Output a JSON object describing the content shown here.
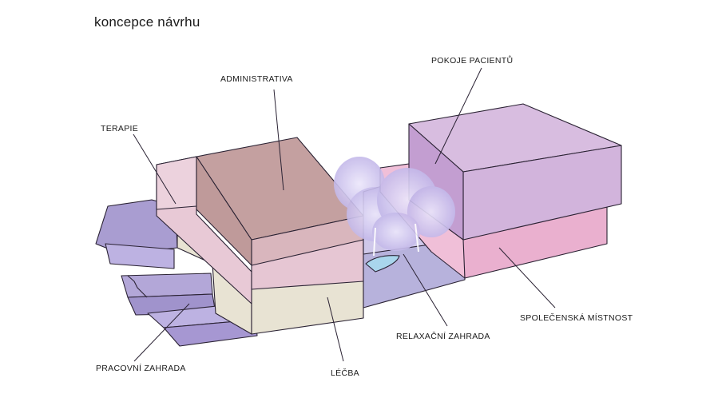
{
  "title": "koncepce návrhu",
  "labels": {
    "administrativa": "ADMINISTRATIVA",
    "pokoje": "POKOJE PACIENTŮ",
    "terapie": "TERAPIE",
    "relaxacni": "RELAXAČNÍ ZAHRADA",
    "spolecenska": "SPOLEČENSKÁ MÍSTNOST",
    "pracovni": "PRACOVNÍ ZAHRADA",
    "lecba": "LÉČBA"
  },
  "colors": {
    "administrativa": "#c4a0a0",
    "terapie": "#e8c9d6",
    "pokoje": "#d3b3da",
    "spolecenska": "#eab0cf",
    "lecba": "#e8e3d3",
    "pracovni": "#b3a7d8",
    "relaxacni": "#b7b2dc",
    "tree": "#c9c0ea"
  }
}
